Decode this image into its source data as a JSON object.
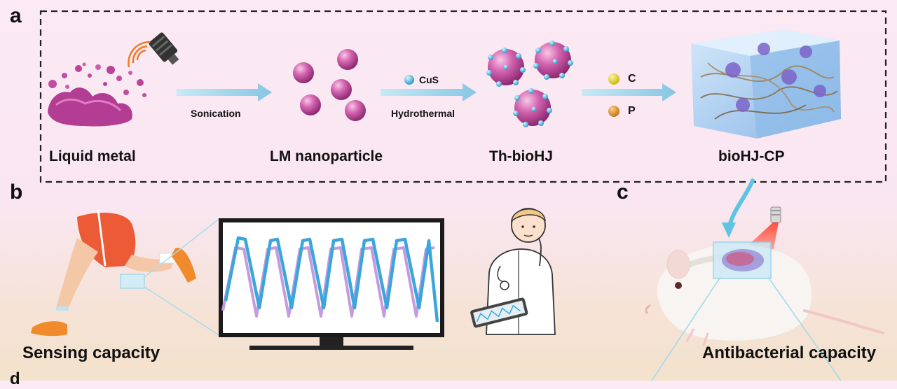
{
  "panels": {
    "a": "a",
    "b": "b",
    "c": "c",
    "d": "d"
  },
  "stages": {
    "liquid_metal": "Liquid metal",
    "lm_nanoparticle": "LM nanoparticle",
    "th_biohj": "Th-bioHJ",
    "biohj_cp": "bioHJ-CP"
  },
  "steps": {
    "sonication": "Sonication",
    "hydrothermal": "Hydrothermal",
    "cus": "CuS",
    "c": "C",
    "p": "P"
  },
  "captions": {
    "sensing": "Sensing capacity",
    "antibacterial": "Antibacterial capacity"
  },
  "colors": {
    "arrow": "#9ed4ea",
    "lm_pink": "#c84b9c",
    "cus_blue": "#49b4d8",
    "c_yellow": "#e0cc1a",
    "p_orange": "#d98c1e",
    "signal_blue": "#3aa6dc",
    "signal_purple": "#c59be0",
    "laser_red": "#e8302a"
  },
  "icons": [
    "ultrasonic-probe-icon",
    "laser-pointer-icon",
    "runner-illustration",
    "doctor-illustration",
    "mouse-illustration",
    "monitor-icon"
  ]
}
